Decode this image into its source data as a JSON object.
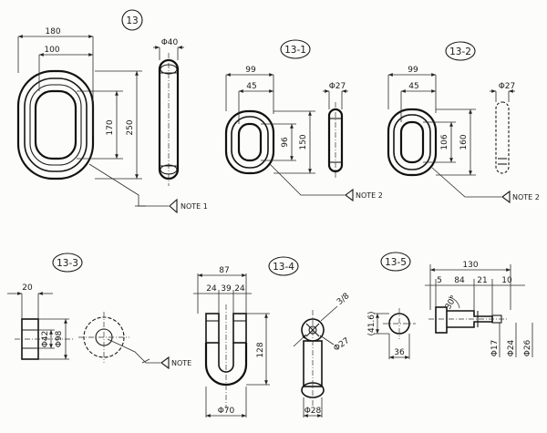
{
  "figures": {
    "f13": {
      "label": "13",
      "dims": {
        "overall_width": "180",
        "inner_width": "100",
        "diameter": "Φ40",
        "inner_height": "170",
        "outer_height": "250"
      },
      "note": "NOTE 1"
    },
    "f13_1": {
      "label": "13-1",
      "dims": {
        "overall_width": "99",
        "inner_width": "45",
        "diameter": "Φ27",
        "inner_height": "96",
        "outer_height": "150"
      },
      "note": "NOTE 2"
    },
    "f13_2": {
      "label": "13-2",
      "dims": {
        "overall_width": "99",
        "inner_width": "45",
        "diameter": "Φ27",
        "inner_height": "106",
        "outer_height": "160"
      },
      "note": "NOTE 2"
    },
    "f13_3": {
      "label": "13-3",
      "dims": {
        "thickness": "20",
        "inner_diameter": "Φ42",
        "outer_diameter": "Φ98"
      },
      "note": "NOTE"
    },
    "f13_4": {
      "label": "13-4",
      "dims": {
        "overall_width": "87",
        "seg_a": "24",
        "seg_b": "39",
        "seg_c": "24",
        "height": "128",
        "bottom_diameter": "Φ70",
        "pin_diameter": "Φ27",
        "pin_label": "3/8",
        "ring_diameter": "Φ28"
      }
    },
    "f13_5": {
      "label": "13-5",
      "dims": {
        "overall_length": "130",
        "seg_a": "5",
        "seg_b": "84",
        "seg_c": "21",
        "seg_d": "10",
        "head_height": "(41.6)",
        "head_width": "36",
        "angle": "30°",
        "d1": "Φ17",
        "d2": "Φ24",
        "d3": "Φ26"
      }
    }
  }
}
